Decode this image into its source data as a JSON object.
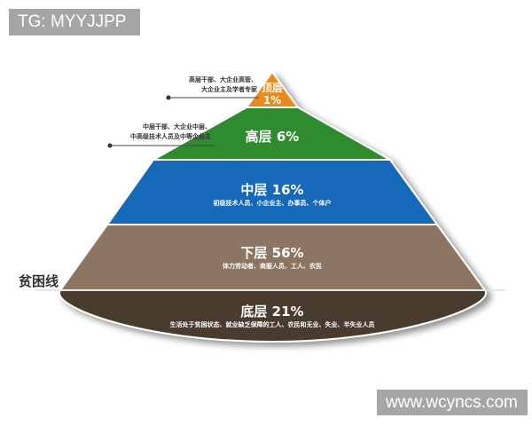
{
  "watermarks": {
    "top": "TG: MYYJJPP",
    "bottom": "www.wcyncs.com"
  },
  "poverty_line_label": "贫困线",
  "layers": [
    {
      "name": "顶层",
      "percent": "1%",
      "title": "顶层",
      "desc": "",
      "color": "#e98a1c",
      "note": [
        "高层干部、大企业高管、",
        "大企业主及学者专家"
      ]
    },
    {
      "name": "高层",
      "percent": "6%",
      "title": "高层 6%",
      "desc": "",
      "color": "#2e8b2f",
      "note": [
        "中层干部、大企业中层、",
        "中高级技术人员及中等企业主"
      ]
    },
    {
      "name": "中层",
      "percent": "16%",
      "title": "中层 16%",
      "desc": "初级技术人员、小企业主、办事员、个体户",
      "color": "#1468b8"
    },
    {
      "name": "下层",
      "percent": "56%",
      "title": "下层 56%",
      "desc": "体力劳动者、商服人员、工人、农民",
      "color": "#8c7462"
    },
    {
      "name": "底层",
      "percent": "21%",
      "title": "底层 21%",
      "desc": "生活处于贫困状态、就业缺乏保障的工人、农民和无业、失业、半失业人员",
      "color": "#4a3a2e"
    }
  ]
}
